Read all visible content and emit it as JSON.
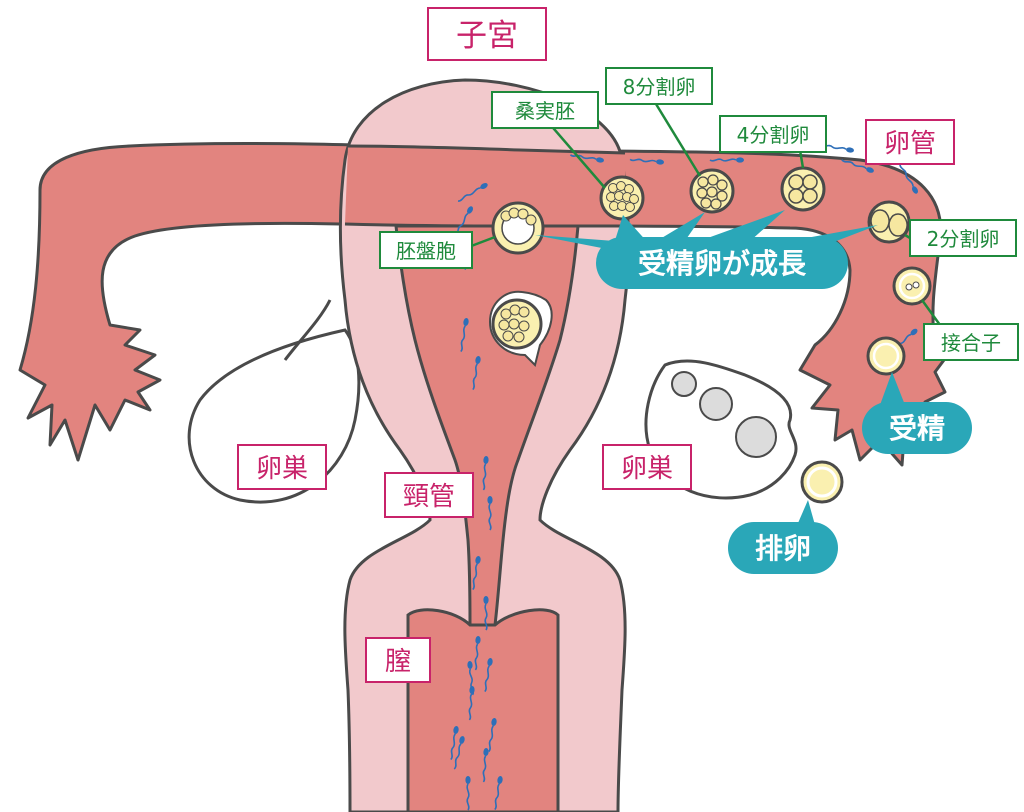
{
  "labels": {
    "uterus": "子宮",
    "oviduct": "卵管",
    "ovary_left": "卵巣",
    "ovary_right": "卵巣",
    "cervix": "頸管",
    "vagina": "膣"
  },
  "stages": {
    "morula": "桑実胚",
    "eight_cell": "8分割卵",
    "four_cell": "4分割卵",
    "two_cell": "2分割卵",
    "blastocyst": "胚盤胞",
    "zygote": "接合子"
  },
  "callouts": {
    "growth": "受精卵が成長",
    "fertilization": "受精",
    "ovulation": "排卵"
  },
  "colors": {
    "uterine_wall": "#f2c9cc",
    "tissue": "#e2847f",
    "outline": "#4a4a4a",
    "ovary": "#ffffff",
    "egg": "#faf0b0",
    "sperm": "#2e6fb8",
    "organ_label": "#c8236a",
    "stage_label": "#1f8a3c",
    "callout": "#2aa7b8"
  }
}
